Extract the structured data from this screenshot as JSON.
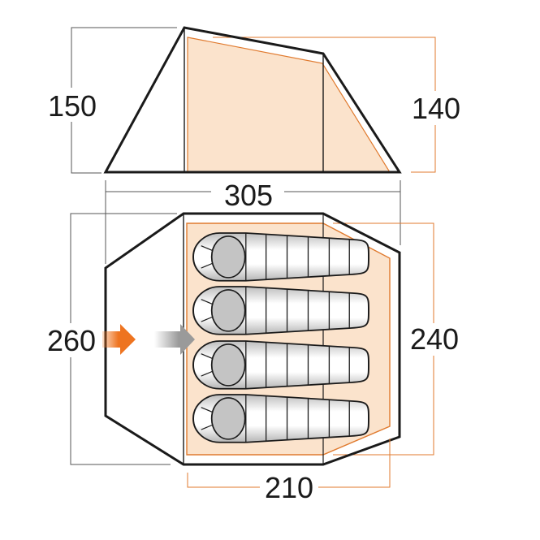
{
  "diagram": {
    "type": "tent-floorplan",
    "side_view": {
      "overall_height_label": "150",
      "inner_height_label": "140",
      "overall_length_label": "305"
    },
    "top_view": {
      "overall_width_label": "260",
      "inner_width_label": "240",
      "inner_length_label": "210",
      "sleeping_bags": 4,
      "entrance_arrows": [
        "orange-arrow",
        "grey-arrow"
      ]
    },
    "colors": {
      "outline": "#1a1a1a",
      "inner_fill": "#fbe3cc",
      "inner_line": "#e07a2e",
      "dimension_line": "#555555",
      "arrow_orange": "#ee7420",
      "arrow_grey": "#9a9a9a",
      "head_grey": "#c4c4c4"
    }
  }
}
